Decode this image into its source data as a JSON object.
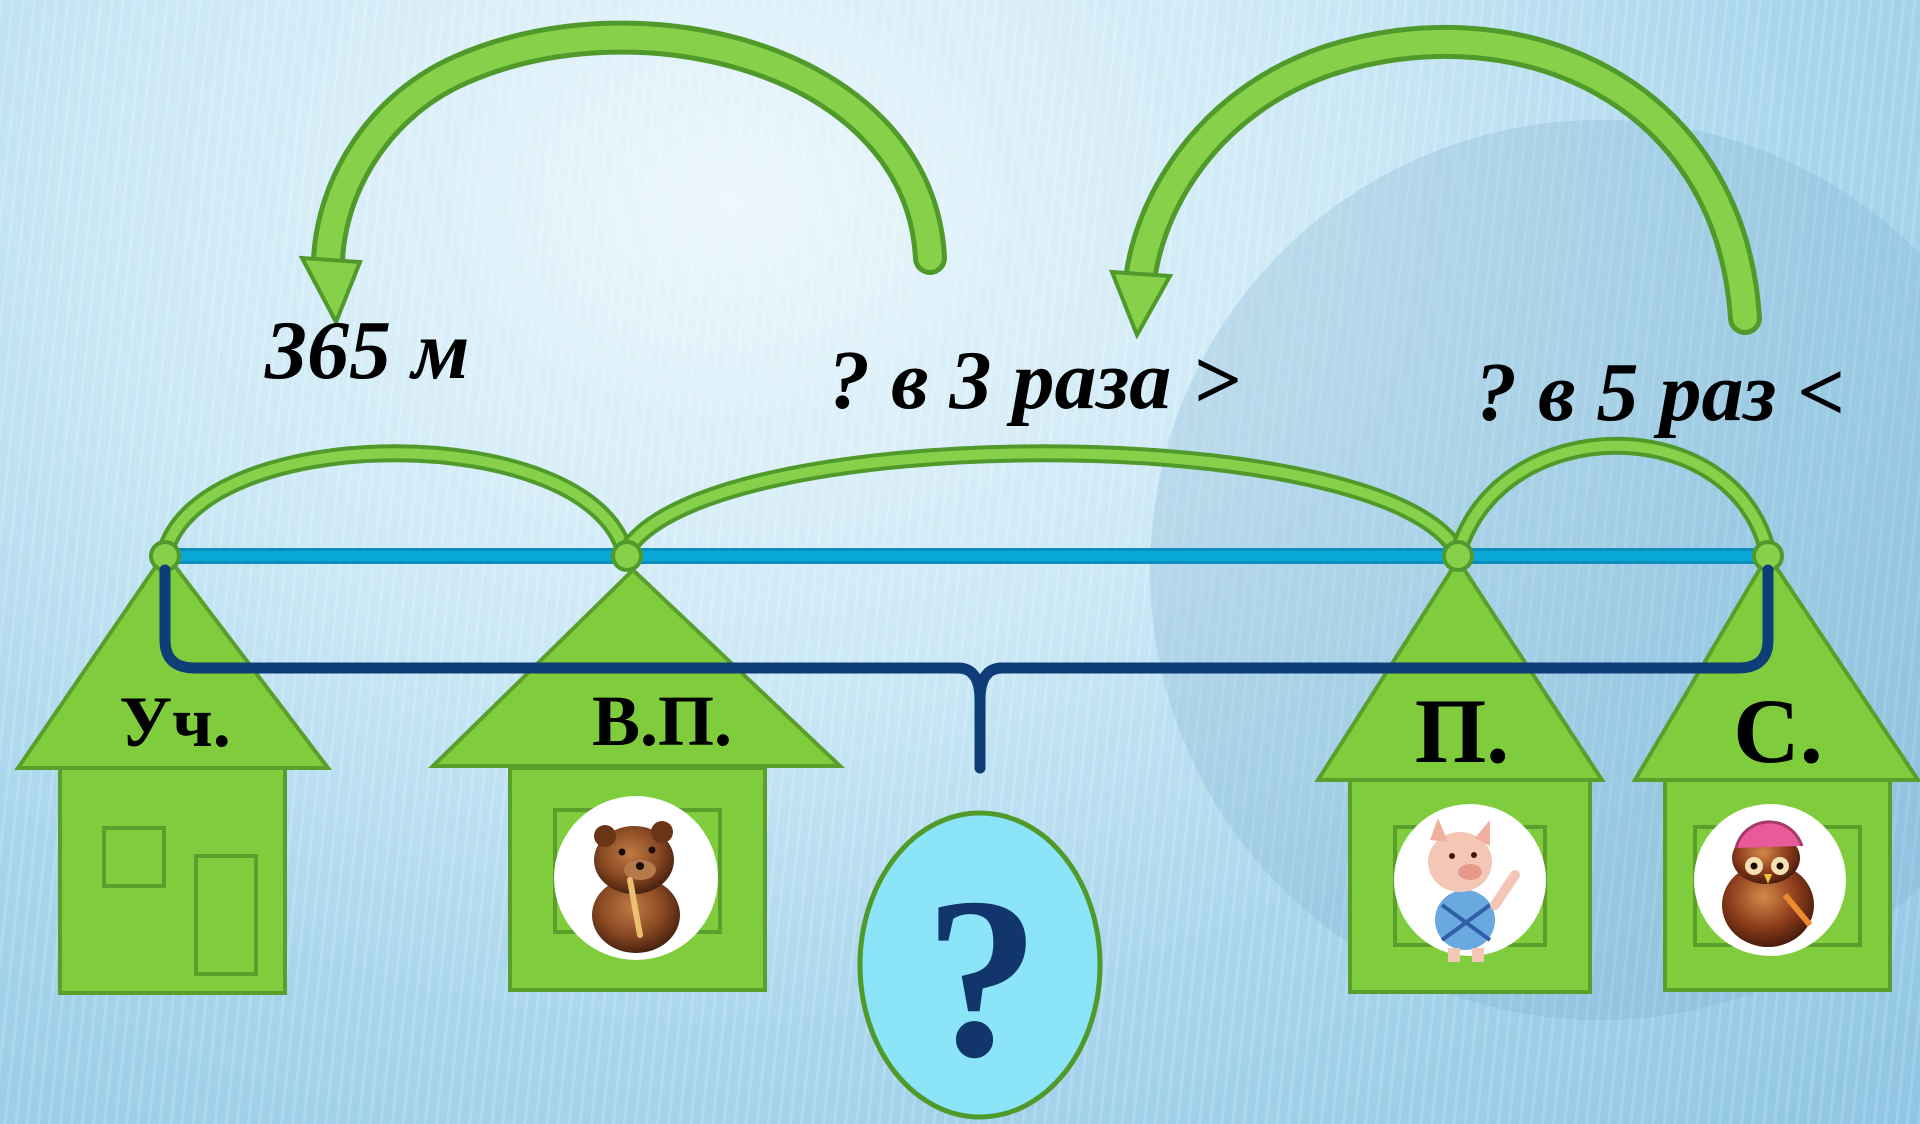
{
  "labels": {
    "top_left": "365 м",
    "top_middle": "? в 3 раза >",
    "top_right": "? в 5 раз <"
  },
  "houses": [
    {
      "label": "Уч.",
      "figure": "none"
    },
    {
      "label": "В.П.",
      "figure": "bear-figurine"
    },
    {
      "label": "П.",
      "figure": "piglet-figurine"
    },
    {
      "label": "С.",
      "figure": "owl-figurine"
    }
  ],
  "unknown_symbol": "?",
  "colors": {
    "house_green": "#7fcd3c",
    "house_outline": "#5a9e2c",
    "segment_line": "#0aa8d8",
    "brace": "#0e3d78",
    "oval_fill": "#8be4f8",
    "question_mark": "#12366b"
  }
}
